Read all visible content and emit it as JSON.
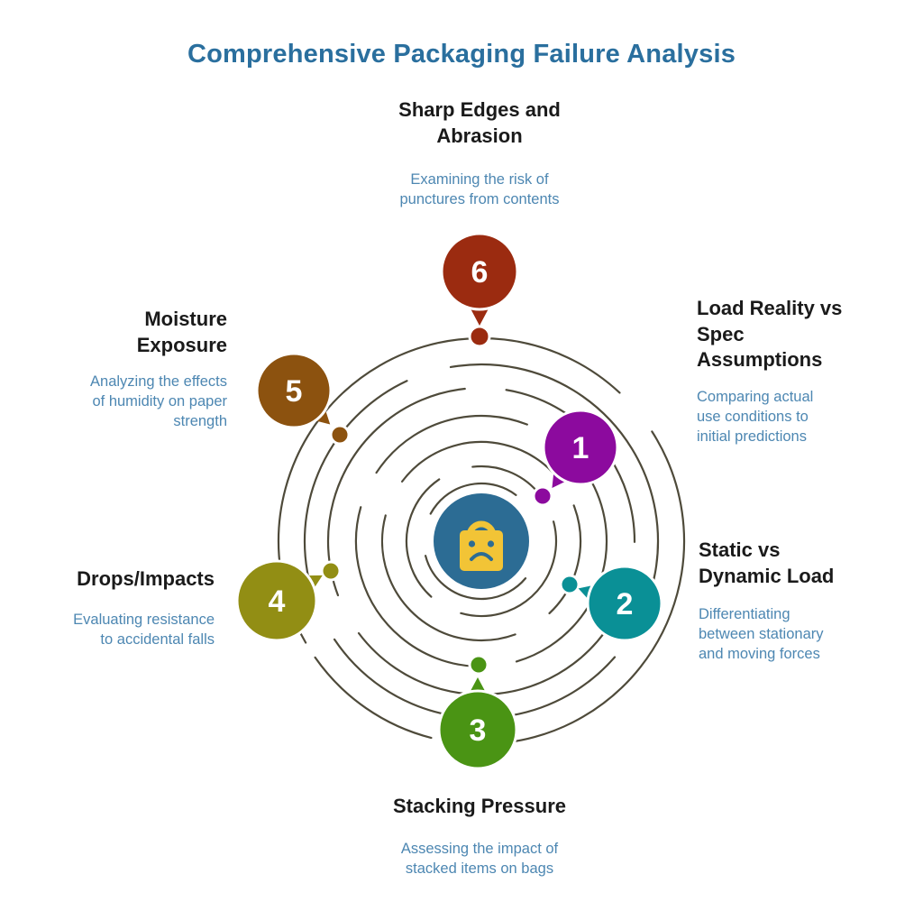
{
  "title": "Comprehensive Packaging Failure Analysis",
  "colors": {
    "title": "#2A6F9E",
    "heading": "#1A1A1A",
    "description": "#4D87B2",
    "spiral_line": "#4E4A3A",
    "center_circle": "#2C6C94",
    "bag_yellow": "#F2C436"
  },
  "center_icon": {
    "name": "sad-shopping-bag",
    "circle_color": "#2C6C94",
    "bag_color": "#F2C436"
  },
  "items": [
    {
      "number": "1",
      "title": "Load Reality vs\nSpec\nAssumptions",
      "description": "Comparing actual\nuse conditions to\ninitial predictions",
      "color": "#8C0A9E"
    },
    {
      "number": "2",
      "title": "Static vs\nDynamic Load",
      "description": "Differentiating\nbetween stationary\nand moving forces",
      "color": "#0A9096"
    },
    {
      "number": "3",
      "title": "Stacking Pressure",
      "description": "Assessing the impact of\nstacked items on bags",
      "color": "#4A9414"
    },
    {
      "number": "4",
      "title": "Drops/Impacts",
      "description": "Evaluating resistance\nto accidental falls",
      "color": "#928E14"
    },
    {
      "number": "5",
      "title": "Moisture\nExposure",
      "description": "Analyzing the effects\nof humidity on paper\nstrength",
      "color": "#8C520F"
    },
    {
      "number": "6",
      "title": "Sharp Edges and\nAbrasion",
      "description": "Examining the risk of\npunctures from contents",
      "color": "#9B2B10"
    }
  ]
}
